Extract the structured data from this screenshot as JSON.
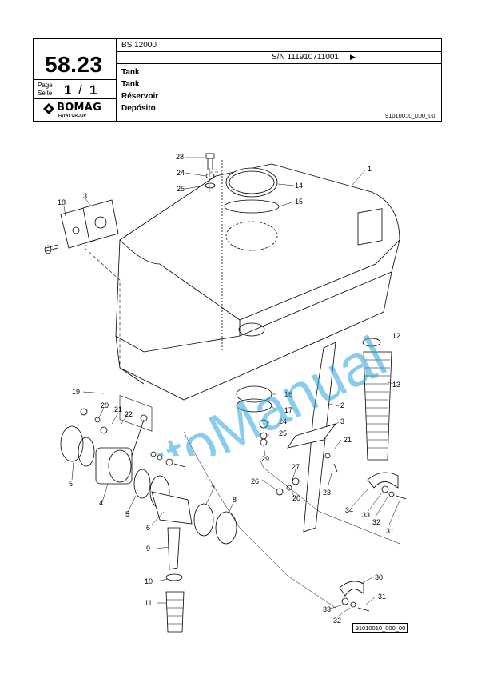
{
  "header": {
    "page_number": "58.23",
    "page_label": "Page",
    "seite_label": "Seite",
    "page_current": "1",
    "page_sep": "/",
    "page_total": "1",
    "model": "BS 12000",
    "serial": "S/N 111910711001",
    "serial_arrow": "▶",
    "title_en": "Tank",
    "title_de": "Tank",
    "title_fr": "Réservoir",
    "title_es": "Depósito",
    "drawing_no": "91010010_000_00"
  },
  "logo": {
    "name": "BOMAG",
    "sub": "FAYAT GROUP",
    "icon": "bomag-logo-icon"
  },
  "watermark": {
    "text": "AutoManual",
    "color": "#2aa3dc"
  },
  "diagram": {
    "ref_box": "91010010_000_00",
    "callouts": [
      "1",
      "2",
      "3",
      "3",
      "4",
      "5",
      "5",
      "6",
      "7",
      "8",
      "9",
      "10",
      "11",
      "12",
      "13",
      "14",
      "15",
      "16",
      "17",
      "18",
      "19",
      "20",
      "20",
      "21",
      "21",
      "22",
      "23",
      "24",
      "24",
      "25",
      "25",
      "26",
      "27",
      "28",
      "29",
      "30",
      "31",
      "31",
      "32",
      "32",
      "33",
      "33",
      "34"
    ]
  }
}
